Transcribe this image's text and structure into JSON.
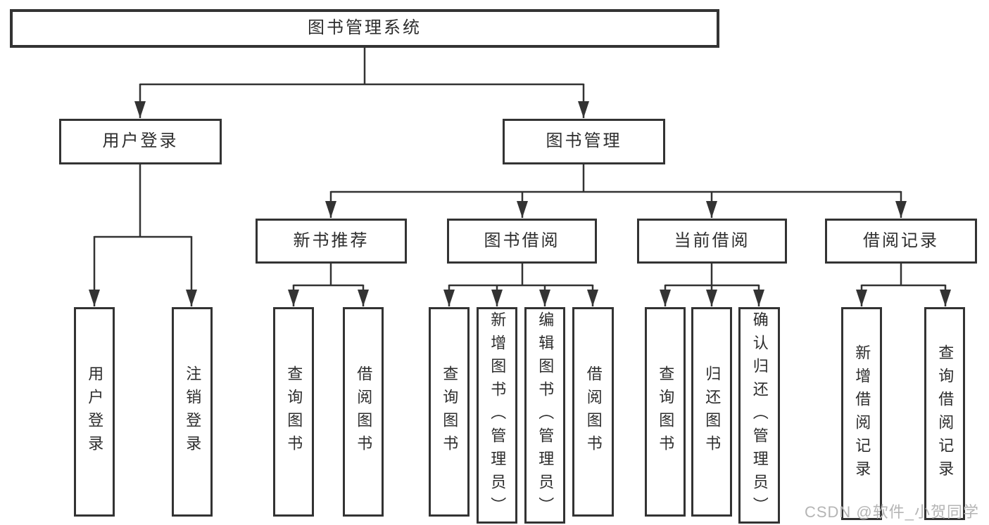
{
  "diagram": {
    "type": "function-structure-tree",
    "title": "图书管理系统",
    "watermark": "CSDN @软件_小贺同学",
    "colors": {
      "line": "#333333",
      "box-border": "#333333",
      "box-bg": "#ffffff",
      "text": "#2d2d2d",
      "watermark": "#b5b5b5",
      "page-bg": "#ffffff"
    },
    "nodes": {
      "root": "图书管理系统",
      "userLogin": "用户登录",
      "bookManagement": "图书管理",
      "newBookRec": "新书推荐",
      "bookBorrow": "图书借阅",
      "currentBorrow": "当前借阅",
      "borrowRecords": "借阅记录",
      "leafUserLogin": "用户登录",
      "leafLogout": "注销登录",
      "leafNbrQuery": "查询图书",
      "leafNbrBorrow": "借阅图书",
      "leafBbQuery": "查询图书",
      "leafBbAdd": "新增图书（管理员）",
      "leafBbEdit": "编辑图书（管理员）",
      "leafBbBorrow": "借阅图书",
      "leafCbQuery": "查询图书",
      "leafCbReturn": "归还图书",
      "leafCbConfirm": "确认归还（管理员）",
      "leafBrAdd": "新增借阅记录",
      "leafBrQuery": "查询借阅记录"
    },
    "hierarchy": [
      {
        "parent": "图书管理系统",
        "children": [
          "用户登录",
          "图书管理"
        ]
      },
      {
        "parent": "用户登录",
        "children": [
          "用户登录",
          "注销登录"
        ]
      },
      {
        "parent": "图书管理",
        "children": [
          "新书推荐",
          "图书借阅",
          "当前借阅",
          "借阅记录"
        ]
      },
      {
        "parent": "新书推荐",
        "children": [
          "查询图书",
          "借阅图书"
        ]
      },
      {
        "parent": "图书借阅",
        "children": [
          "查询图书",
          "新增图书（管理员）",
          "编辑图书（管理员）",
          "借阅图书"
        ]
      },
      {
        "parent": "当前借阅",
        "children": [
          "查询图书",
          "归还图书",
          "确认归还（管理员）"
        ]
      },
      {
        "parent": "借阅记录",
        "children": [
          "新增借阅记录",
          "查询借阅记录"
        ]
      }
    ]
  }
}
